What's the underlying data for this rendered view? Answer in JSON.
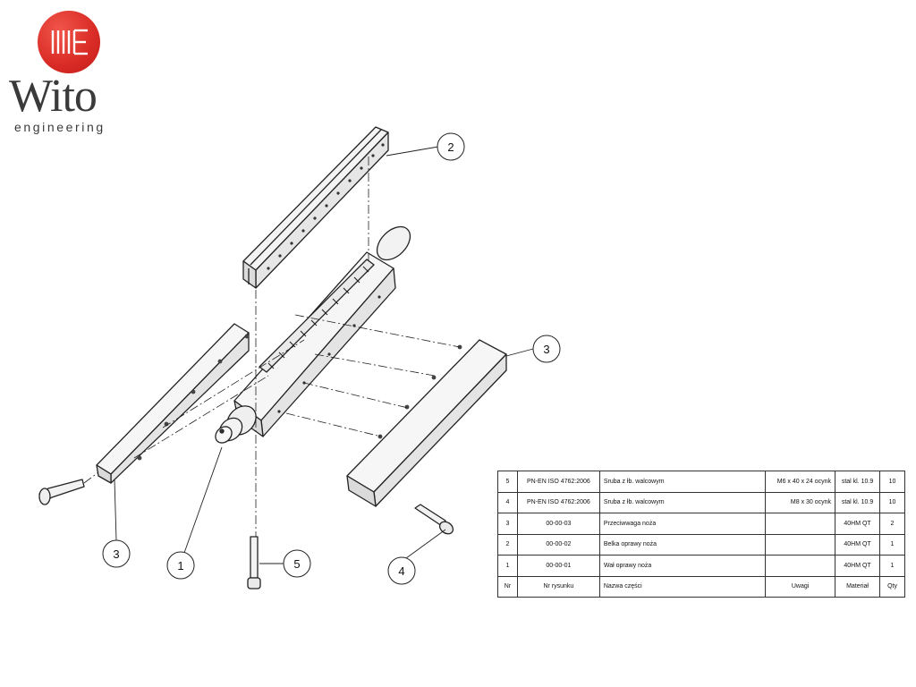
{
  "logo": {
    "name": "Wito",
    "subtitle": "engineering",
    "color": "#d92b25"
  },
  "balloons": [
    {
      "id": "b2",
      "label": "2"
    },
    {
      "id": "b3r",
      "label": "3"
    },
    {
      "id": "b3l",
      "label": "3"
    },
    {
      "id": "b1",
      "label": "1"
    },
    {
      "id": "b5",
      "label": "5"
    },
    {
      "id": "b4",
      "label": "4"
    }
  ],
  "bom": {
    "rows": [
      {
        "nr": "5",
        "drawing_no": "PN-EN ISO 4762:2006",
        "part_name": "Sruba z łb. walcowym",
        "notes": "M6 x 40 x 24 ocynk",
        "material": "stal kl. 10.9",
        "qty": "10"
      },
      {
        "nr": "4",
        "drawing_no": "PN-EN ISO 4762:2006",
        "part_name": "Sruba z łb. walcowym",
        "notes": "M8 x 30 ocynk",
        "material": "stal kl. 10.9",
        "qty": "10"
      },
      {
        "nr": "3",
        "drawing_no": "00-00-03",
        "part_name": "Przeciwwaga noża",
        "notes": "",
        "material": "40HM QT",
        "qty": "2"
      },
      {
        "nr": "2",
        "drawing_no": "00-00-02",
        "part_name": "Belka oprawy noża",
        "notes": "",
        "material": "40HM QT",
        "qty": "1"
      },
      {
        "nr": "1",
        "drawing_no": "00-00-01",
        "part_name": "Wał oprawy noża",
        "notes": "",
        "material": "40HM QT",
        "qty": "1"
      }
    ],
    "header": {
      "nr": "Nr",
      "drawing_no": "Nr rysunku",
      "part_name": "Nazwa części",
      "notes": "Uwagi",
      "material": "Materiał",
      "qty": "Qty"
    }
  }
}
